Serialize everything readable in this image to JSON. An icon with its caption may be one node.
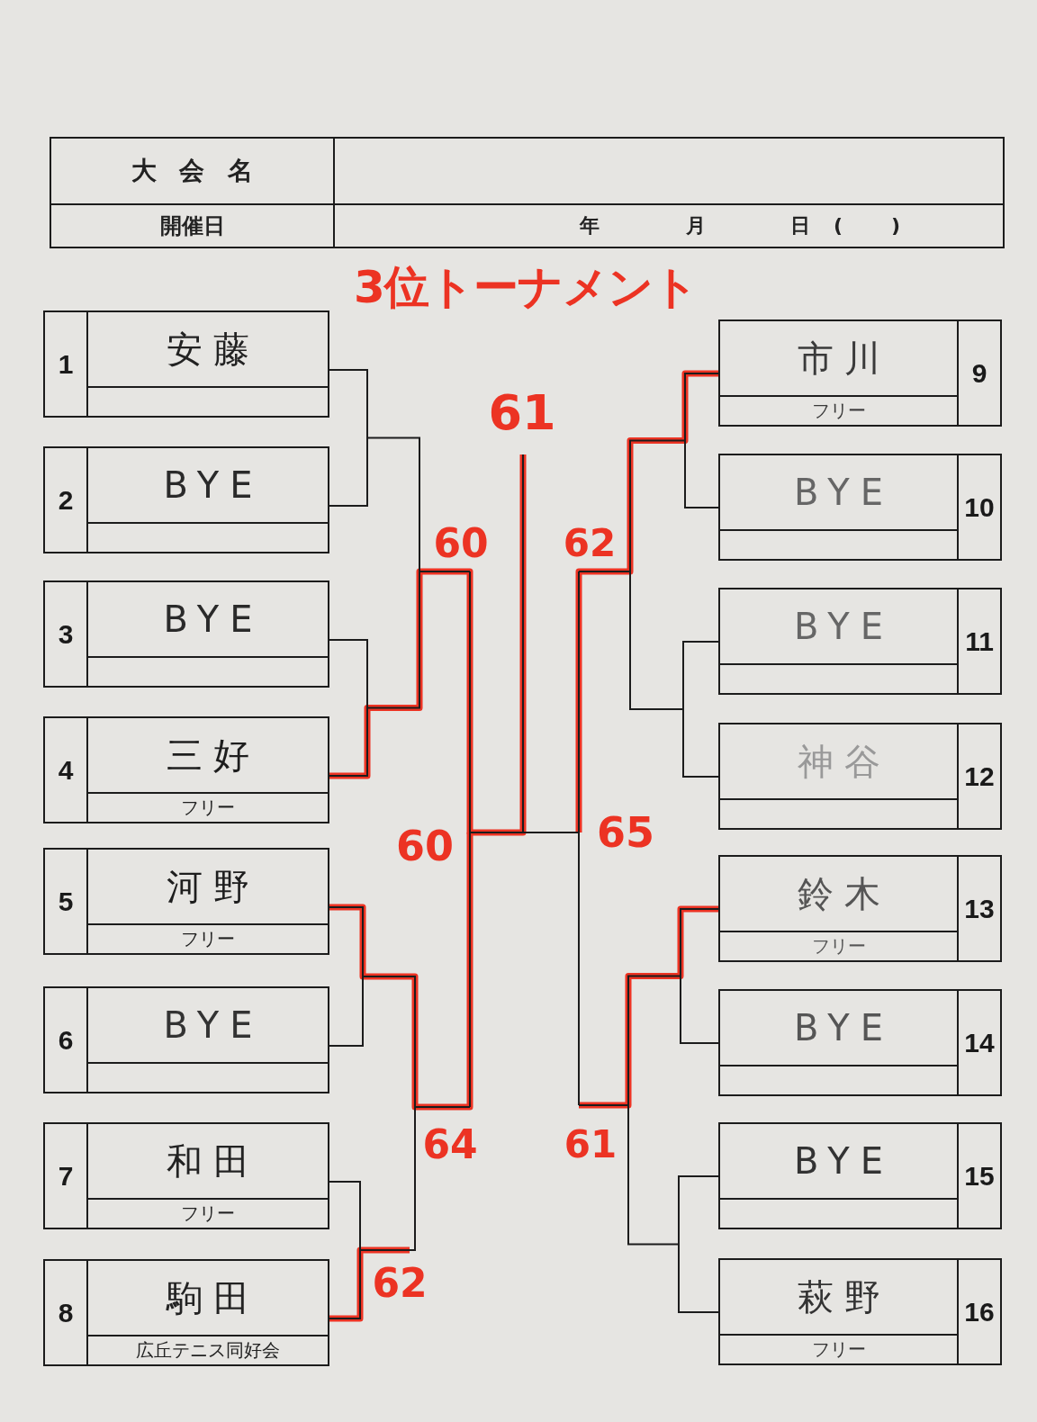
{
  "diagram": {
    "title": "3位トーナメント",
    "nodes": [
      {
        "text": [
          "1",
          "安藤"
        ]
      },
      {
        "text": [
          "2",
          "BYE"
        ]
      },
      {
        "text": [
          "3",
          "BYE"
        ]
      },
      {
        "text": [
          "4",
          "三好",
          "フリー"
        ]
      },
      {
        "text": [
          "5",
          "河野",
          "フリー"
        ]
      },
      {
        "text": [
          "6",
          "BYE"
        ]
      },
      {
        "text": [
          "7",
          "和田",
          "フリー"
        ]
      },
      {
        "text": [
          "8",
          "駒田",
          "広丘テニス同好会"
        ]
      },
      {
        "text": [
          "市川",
          "9",
          "フリー"
        ]
      },
      {
        "text": [
          "BYE",
          "10"
        ]
      },
      {
        "text": [
          "BYE",
          "11"
        ]
      },
      {
        "text": [
          "神谷",
          "12"
        ]
      },
      {
        "text": [
          "鈴木",
          "13",
          "フリー"
        ]
      },
      {
        "text": [
          "BYE",
          "14"
        ]
      },
      {
        "text": [
          "BYE",
          "15"
        ]
      },
      {
        "text": [
          "萩野",
          "16",
          "フリー"
        ]
      }
    ],
    "edges": [
      {
        "from": 0,
        "to": 1,
        "arrow": "none"
      },
      {
        "from": 2,
        "to": 3,
        "arrow": "none"
      },
      {
        "from": 4,
        "to": 5,
        "arrow": "none"
      },
      {
        "from": 6,
        "to": 7,
        "arrow": "none"
      },
      {
        "from": 8,
        "to": 9,
        "arrow": "none"
      },
      {
        "from": 10,
        "to": 11,
        "arrow": "none"
      },
      {
        "from": 12,
        "to": 13,
        "arrow": "none"
      },
      {
        "from": 14,
        "to": 15,
        "arrow": "none"
      },
      {
        "from": 3,
        "to": null,
        "arrow": "none",
        "style": "thick",
        "color": "#ec3323"
      },
      {
        "from": 4,
        "to": null,
        "arrow": "none",
        "style": "thick",
        "color": "#ec3323"
      },
      {
        "from": 7,
        "to": null,
        "arrow": "none",
        "style": "thick",
        "color": "#ec3323"
      },
      {
        "from": 8,
        "to": null,
        "arrow": "none",
        "style": "thick",
        "color": "#ec3323"
      },
      {
        "from": 12,
        "to": null,
        "arrow": "none",
        "style": "thick",
        "color": "#ec3323"
      }
    ],
    "labels": [
      "大会名",
      "開催日",
      "年",
      "月",
      "日",
      "(",
      ")",
      "61",
      "60",
      "62",
      "60",
      "65",
      "64",
      "61",
      "62"
    ]
  }
}
